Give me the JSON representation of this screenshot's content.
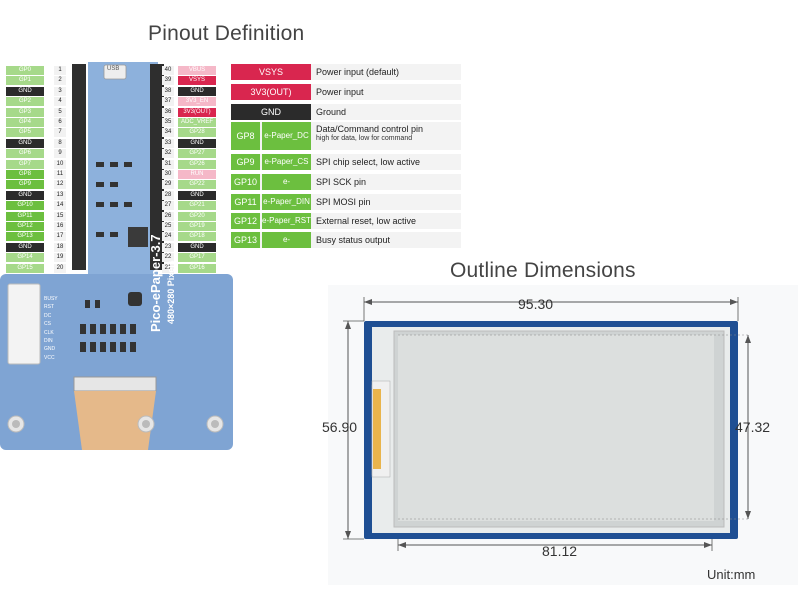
{
  "pinout_title": "Pinout Definition",
  "outline_title": "Outline Dimensions",
  "colors": {
    "green": "#6cbf3f",
    "light_green": "#a6d98a",
    "black": "#2b2b2b",
    "red": "#d9264f",
    "pink": "#ef8da6",
    "light_pink": "#f5b8c8",
    "board_blue": "#7a9fd0",
    "epaper_frame": "#1f4f93"
  },
  "board": {
    "label": "Pico-ePaper-3.7",
    "sublabel": "480×280 Pixels",
    "usb": "USB",
    "left_pins": [
      {
        "num": "1",
        "name": "GP0",
        "type": "lgreen"
      },
      {
        "num": "2",
        "name": "GP1",
        "type": "lgreen"
      },
      {
        "num": "3",
        "name": "GND",
        "type": "black"
      },
      {
        "num": "4",
        "name": "GP2",
        "type": "lgreen"
      },
      {
        "num": "5",
        "name": "GP3",
        "type": "lgreen"
      },
      {
        "num": "6",
        "name": "GP4",
        "type": "lgreen"
      },
      {
        "num": "7",
        "name": "GP5",
        "type": "lgreen"
      },
      {
        "num": "8",
        "name": "GND",
        "type": "black"
      },
      {
        "num": "9",
        "name": "GP6",
        "type": "lgreen"
      },
      {
        "num": "10",
        "name": "GP7",
        "type": "lgreen"
      },
      {
        "num": "11",
        "name": "GP8",
        "type": "green"
      },
      {
        "num": "12",
        "name": "GP9",
        "type": "green"
      },
      {
        "num": "13",
        "name": "GND",
        "type": "black"
      },
      {
        "num": "14",
        "name": "GP10",
        "type": "green"
      },
      {
        "num": "15",
        "name": "GP11",
        "type": "green"
      },
      {
        "num": "16",
        "name": "GP12",
        "type": "green"
      },
      {
        "num": "17",
        "name": "GP13",
        "type": "green"
      },
      {
        "num": "18",
        "name": "GND",
        "type": "black"
      },
      {
        "num": "19",
        "name": "GP14",
        "type": "lgreen"
      },
      {
        "num": "20",
        "name": "GP15",
        "type": "lgreen"
      }
    ],
    "right_pins": [
      {
        "num": "40",
        "name": "VBUS",
        "type": "lpink"
      },
      {
        "num": "39",
        "name": "VSYS",
        "type": "red"
      },
      {
        "num": "38",
        "name": "GND",
        "type": "black"
      },
      {
        "num": "37",
        "name": "3V3_EN",
        "type": "lpink"
      },
      {
        "num": "36",
        "name": "3V3(OUT)",
        "type": "red"
      },
      {
        "num": "35",
        "name": "ADC_VREF",
        "type": "lgreen"
      },
      {
        "num": "34",
        "name": "GP28",
        "type": "lgreen"
      },
      {
        "num": "33",
        "name": "GND",
        "type": "black"
      },
      {
        "num": "32",
        "name": "GP27",
        "type": "lgreen"
      },
      {
        "num": "31",
        "name": "GP26",
        "type": "lgreen"
      },
      {
        "num": "30",
        "name": "RUN",
        "type": "lpink"
      },
      {
        "num": "29",
        "name": "GP22",
        "type": "lgreen"
      },
      {
        "num": "28",
        "name": "GND",
        "type": "black"
      },
      {
        "num": "27",
        "name": "GP21",
        "type": "lgreen"
      },
      {
        "num": "26",
        "name": "GP20",
        "type": "lgreen"
      },
      {
        "num": "25",
        "name": "GP19",
        "type": "lgreen"
      },
      {
        "num": "24",
        "name": "GP18",
        "type": "lgreen"
      },
      {
        "num": "23",
        "name": "GND",
        "type": "black"
      },
      {
        "num": "22",
        "name": "GP17",
        "type": "lgreen"
      },
      {
        "num": "21",
        "name": "GP16",
        "type": "lgreen"
      }
    ],
    "connector_labels": [
      "BUSY",
      "RST",
      "DC",
      "CS",
      "CLK",
      "DIN",
      "GND",
      "VCC"
    ]
  },
  "pin_table": [
    {
      "gp": "",
      "signal": "VSYS",
      "desc": "Power input (default)",
      "sub": "",
      "kind": "red"
    },
    {
      "gp": "",
      "signal": "3V3(OUT)",
      "desc": "Power input",
      "sub": "",
      "kind": "red"
    },
    {
      "gp": "",
      "signal": "GND",
      "desc": "Ground",
      "sub": "",
      "kind": "black"
    },
    {
      "gp": "GP8",
      "signal": "e-Paper_DC",
      "desc": "Data/Command control pin",
      "sub": "high for data, low for command",
      "kind": "green"
    },
    {
      "gp": "GP9",
      "signal": "e-Paper_CS",
      "desc": "SPI chip select, low active",
      "sub": "",
      "kind": "green"
    },
    {
      "gp": "GP10",
      "signal": "e-Paper_SCK",
      "desc": "SPI SCK pin",
      "sub": "",
      "kind": "green"
    },
    {
      "gp": "GP11",
      "signal": "e-Paper_DIN",
      "desc": "SPI MOSI pin",
      "sub": "",
      "kind": "green"
    },
    {
      "gp": "GP12",
      "signal": "e-Paper_RST",
      "desc": "External reset, low active",
      "sub": "",
      "kind": "green"
    },
    {
      "gp": "GP13",
      "signal": "e-Paper_BUSY",
      "desc": "Busy status output",
      "sub": "",
      "kind": "green"
    }
  ],
  "dimensions": {
    "width_total": "95.30",
    "height_total": "56.90",
    "active_height": "47.32",
    "active_width": "81.12",
    "unit": "Unit:mm"
  }
}
